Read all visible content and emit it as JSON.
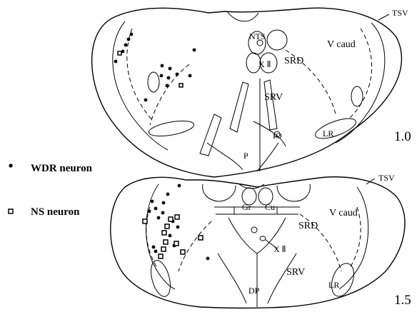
{
  "legend": {
    "wdr": "WDR neuron",
    "ns": "NS neuron"
  },
  "top_section": {
    "level": "1.0",
    "labels": {
      "tsv": "TSV",
      "nts": "NTS",
      "xii": "X Ⅱ",
      "v_caud": "V caud",
      "srd": "SRD",
      "srv": "SRV",
      "lr": "LR",
      "io": "IO",
      "p": "P"
    }
  },
  "bottom_section": {
    "level": "1.5",
    "labels": {
      "tsv": "TSV",
      "gr": "Gr",
      "cu": "Cu",
      "v_caud": "V caud",
      "srd": "SRD",
      "xii": "X Ⅱ",
      "srv": "SRV",
      "lr": "LR",
      "dp": "DP"
    }
  }
}
